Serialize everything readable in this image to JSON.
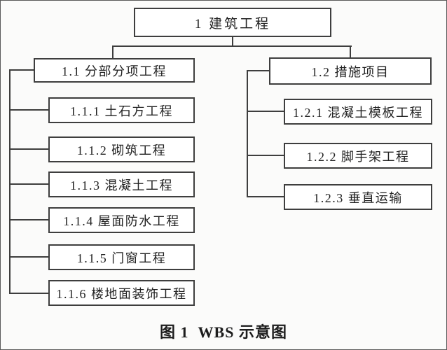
{
  "figure": {
    "root": {
      "label": "1 建筑工程"
    },
    "branches": [
      {
        "label": "1.1 分部分项工程",
        "children": [
          "1.1.1 土石方工程",
          "1.1.2 砌筑工程",
          "1.1.3 混凝土工程",
          "1.1.4 屋面防水工程",
          "1.1.5 门窗工程",
          "1.1.6 楼地面装饰工程"
        ]
      },
      {
        "label": "1.2 措施项目",
        "children": [
          "1.2.1 混凝土模板工程",
          "1.2.2 脚手架工程",
          "1.2.3 垂直运输"
        ]
      }
    ],
    "caption": "图 1  WBS 示意图"
  },
  "colors": {
    "line": "#3e3e3e",
    "box_fill": "#ffffff",
    "background": "#fbfbfa",
    "text": "#222222"
  }
}
